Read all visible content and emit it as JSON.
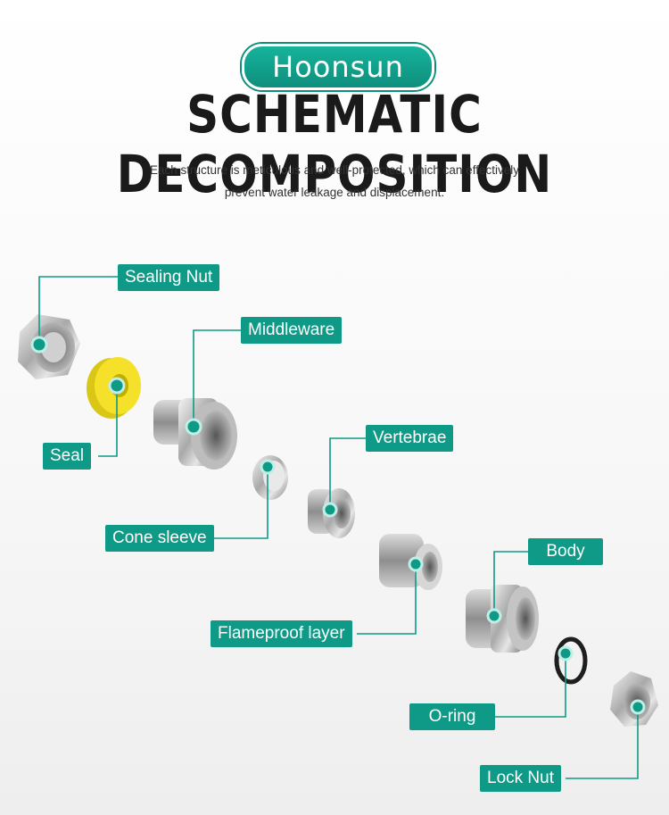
{
  "brand": {
    "logo_text": "Hoonsun"
  },
  "header": {
    "title": "SCHEMATIC DECOMPOSITION",
    "subtitle_line1": "Each structure is meticulous and well-protected, which can effectively",
    "subtitle_line2": "prevent water leakage and displacement."
  },
  "parts": {
    "sealing_nut": "Sealing Nut",
    "seal": "Seal",
    "middleware": "Middleware",
    "cone_sleeve": "Cone sleeve",
    "vertebrae": "Vertebrae",
    "body": "Body",
    "flameproof_layer": "Flameproof layer",
    "o_ring": "O-ring",
    "lock_nut": "Lock Nut"
  },
  "colors": {
    "accent": "#0e9a86",
    "seal": "#f5e12a",
    "metal": "#c9c9c9"
  }
}
